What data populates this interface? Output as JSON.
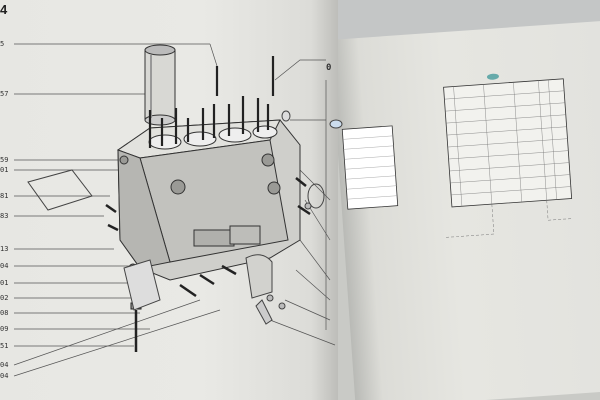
{
  "document": {
    "page_number": "4",
    "left_page": {
      "figure": "exploded-engine-block-diagram",
      "callouts": [
        "5",
        "57",
        "59",
        "01",
        "81",
        "83",
        "13",
        "04",
        "01",
        "02",
        "08",
        "09",
        "51",
        "04",
        "04"
      ]
    },
    "right_page": {
      "section_marker": "0",
      "table_header_badge": "",
      "figure": "parts-list-table"
    }
  }
}
